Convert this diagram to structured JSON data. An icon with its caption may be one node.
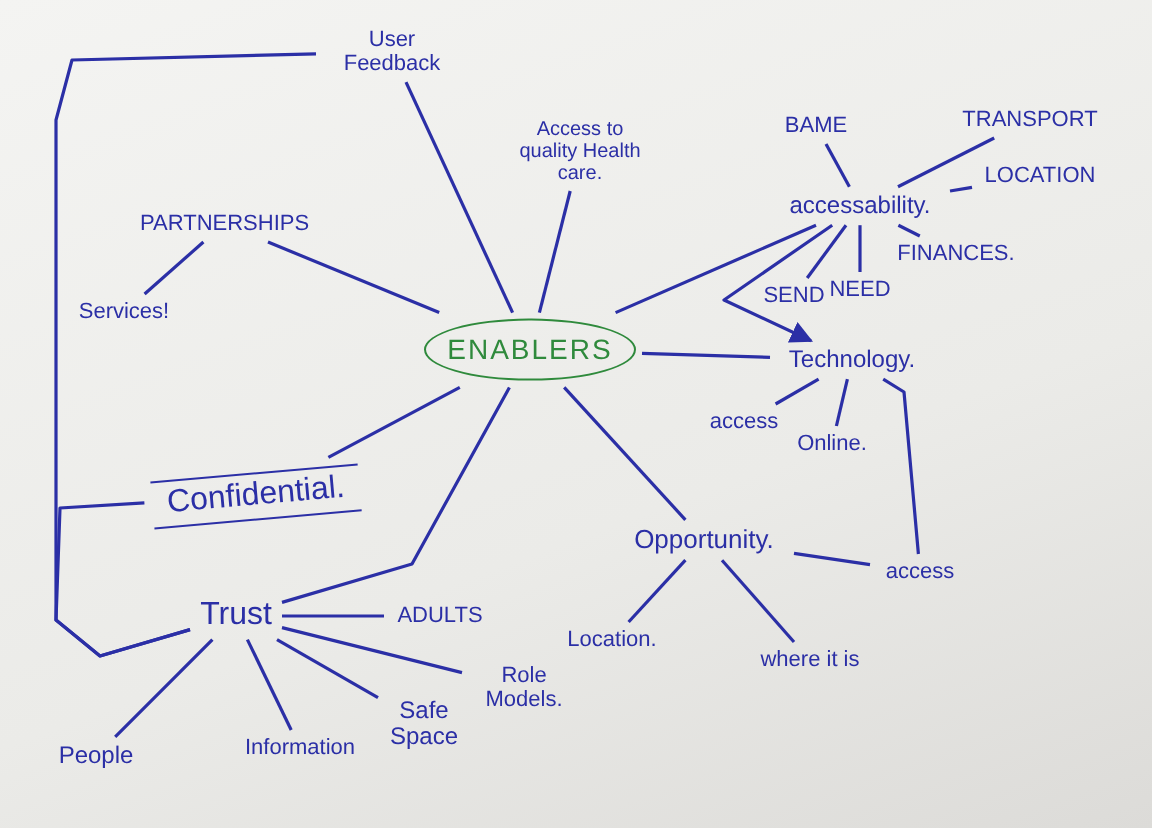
{
  "diagram": {
    "nodes": [
      {
        "text": [
          "ENABLERS"
        ]
      },
      {
        "text": [
          "User Feedback"
        ]
      },
      {
        "text": [
          "Access to quality Health care."
        ]
      },
      {
        "text": [
          "PARTNERSHIPS"
        ]
      },
      {
        "text": [
          "Services!"
        ]
      },
      {
        "text": [
          "accessability."
        ]
      },
      {
        "text": [
          "BAME"
        ]
      },
      {
        "text": [
          "TRANSPORT"
        ]
      },
      {
        "text": [
          "LOCATION"
        ]
      },
      {
        "text": [
          "SEND"
        ]
      },
      {
        "text": [
          "NEED"
        ]
      },
      {
        "text": [
          "FINANCES."
        ]
      },
      {
        "text": [
          "Technology."
        ]
      },
      {
        "text": [
          "access"
        ]
      },
      {
        "text": [
          "Online."
        ]
      },
      {
        "text": [
          "Confidential."
        ]
      },
      {
        "text": [
          "Opportunity."
        ]
      },
      {
        "text": [
          "access"
        ]
      },
      {
        "text": [
          "Location."
        ]
      },
      {
        "text": [
          "where it is"
        ]
      },
      {
        "text": [
          "Trust"
        ]
      },
      {
        "text": [
          "ADULTS"
        ]
      },
      {
        "text": [
          "Role Models."
        ]
      },
      {
        "text": [
          "Safe Space"
        ]
      },
      {
        "text": [
          "Information"
        ]
      },
      {
        "text": [
          "People"
        ]
      }
    ],
    "edges": [
      {
        "from": 0,
        "to": 1,
        "arrow": "none"
      },
      {
        "from": 0,
        "to": 2,
        "arrow": "none"
      },
      {
        "from": 0,
        "to": 3,
        "arrow": "none"
      },
      {
        "from": 3,
        "to": 4,
        "arrow": "none"
      },
      {
        "from": 0,
        "to": 5,
        "arrow": "none"
      },
      {
        "from": 5,
        "to": 6,
        "arrow": "none"
      },
      {
        "from": 5,
        "to": 7,
        "arrow": "none"
      },
      {
        "from": 5,
        "to": 8,
        "arrow": "none"
      },
      {
        "from": 5,
        "to": 9,
        "arrow": "none"
      },
      {
        "from": 5,
        "to": 10,
        "arrow": "none"
      },
      {
        "from": 5,
        "to": 11,
        "arrow": "none"
      },
      {
        "from": 5,
        "to": 12,
        "arrow": "to"
      },
      {
        "from": 0,
        "to": 12,
        "arrow": "none"
      },
      {
        "from": 12,
        "to": 13,
        "arrow": "none"
      },
      {
        "from": 12,
        "to": 14,
        "arrow": "none"
      },
      {
        "from": 12,
        "to": 17,
        "arrow": "none"
      },
      {
        "from": 0,
        "to": 15,
        "arrow": "none"
      },
      {
        "from": 0,
        "to": 16,
        "arrow": "none"
      },
      {
        "from": 16,
        "to": 17,
        "arrow": "none"
      },
      {
        "from": 16,
        "to": 18,
        "arrow": "none"
      },
      {
        "from": 16,
        "to": 19,
        "arrow": "none"
      },
      {
        "from": 0,
        "to": 20,
        "arrow": "none"
      },
      {
        "from": 20,
        "to": 21,
        "arrow": "none"
      },
      {
        "from": 20,
        "to": 22,
        "arrow": "none"
      },
      {
        "from": 20,
        "to": 23,
        "arrow": "none"
      },
      {
        "from": 20,
        "to": 24,
        "arrow": "none"
      },
      {
        "from": 20,
        "to": 25,
        "arrow": "none"
      },
      {
        "from": 1,
        "to": 20,
        "arrow": "none"
      },
      {
        "from": 15,
        "to": 20,
        "arrow": "none"
      }
    ]
  }
}
